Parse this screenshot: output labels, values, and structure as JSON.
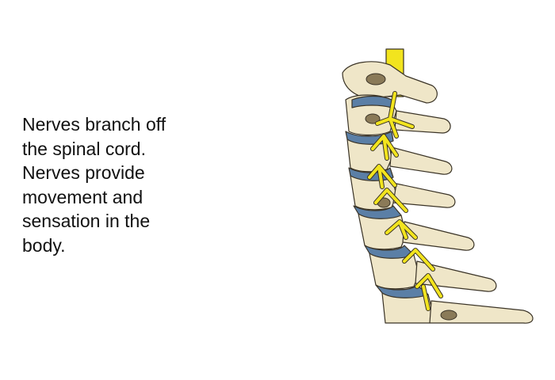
{
  "caption": {
    "lines": [
      "Nerves branch off",
      "the spinal cord.",
      "Nerves provide",
      "movement and",
      "sensation in the",
      "body."
    ]
  },
  "illustration": {
    "icon": "cervical-spine-with-nerves-illustration",
    "colors": {
      "bone": "#efe6c8",
      "bone_shadow": "#cdbf95",
      "disc": "#5b7fa6",
      "nerve": "#f2e41e",
      "outline": "#3a3326"
    }
  }
}
